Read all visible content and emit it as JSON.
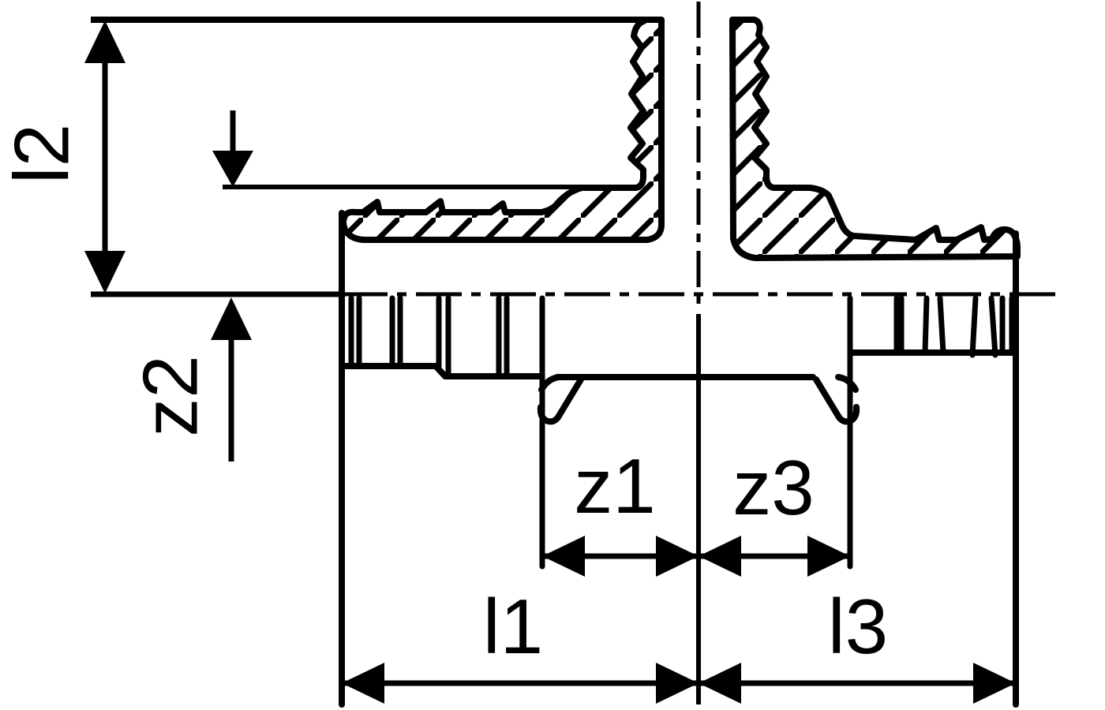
{
  "figure": {
    "type": "technical-section-drawing",
    "background_color": "#ffffff",
    "line_color": "#000000",
    "dimension_labels": {
      "l1": "l1",
      "l2": "l2",
      "l3": "l3",
      "z1": "z1",
      "z2": "z2",
      "z3": "z3"
    }
  }
}
